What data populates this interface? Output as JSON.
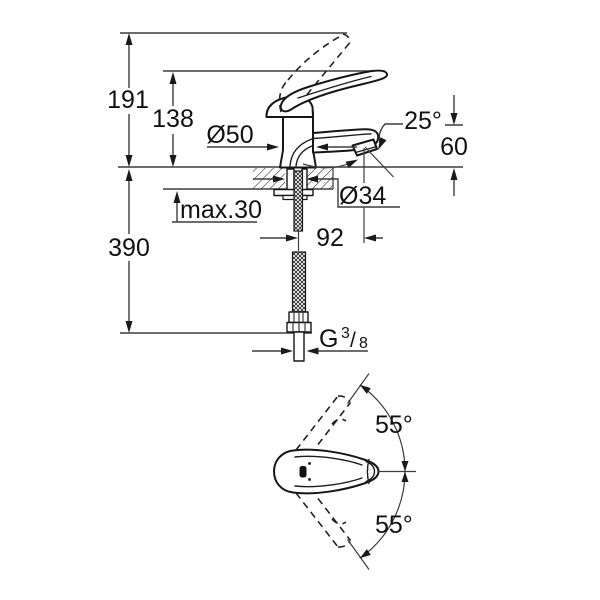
{
  "drawing_type": "faucet installation dimension drawing",
  "colors": {
    "background": "#ffffff",
    "object_line": "#161616",
    "dimension_line": "#3d3d3d"
  },
  "labels": {
    "h_total": "191",
    "h_spout": "138",
    "hose": "390",
    "base_d": "Ø50",
    "angle": "25°",
    "outlet_h": "60",
    "deck": "max.30",
    "hole_d": "Ø34",
    "reach": "92",
    "swing_top": "55°",
    "swing_bottom": "55°",
    "thread_g": "G",
    "thread_n": "3",
    "thread_s": "/",
    "thread_d": "8"
  }
}
